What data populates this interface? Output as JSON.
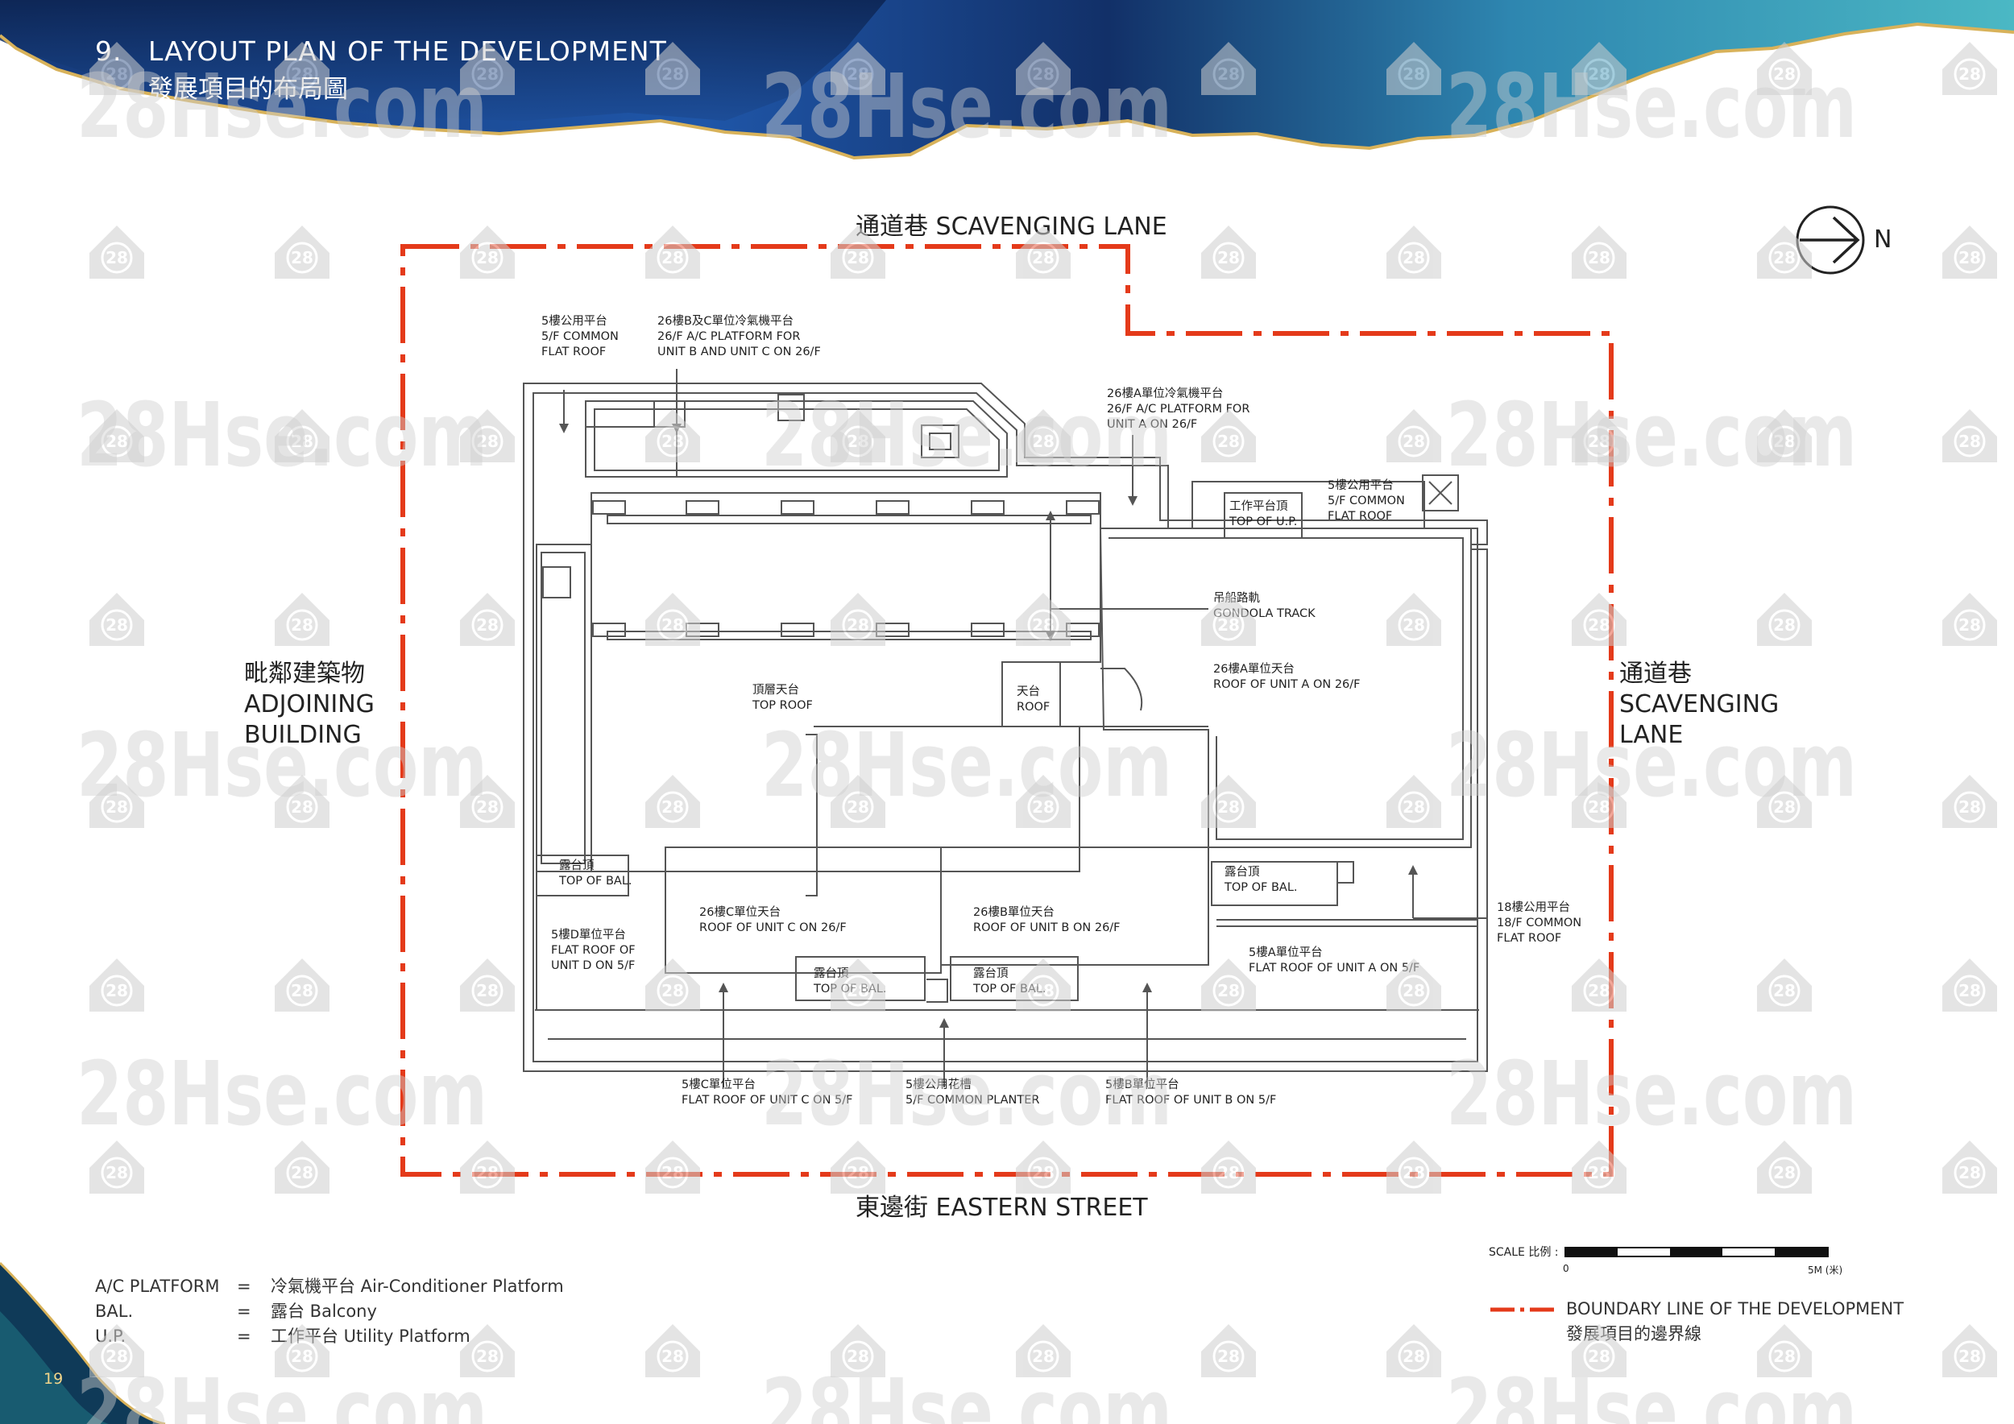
{
  "header": {
    "section_number": "9.",
    "title_en": "LAYOUT PLAN OF THE DEVELOPMENT",
    "title_zh": "發展項目的布局圖"
  },
  "streets": {
    "top": "通道巷 SCAVENGING LANE",
    "bottom": "東邊街 EASTERN STREET",
    "left_zh": "毗鄰建築物",
    "left_en_1": "ADJOINING",
    "left_en_2": "BUILDING",
    "right_zh": "通道巷",
    "right_en_1": "SCAVENGING",
    "right_en_2": "LANE"
  },
  "north": {
    "label": "N"
  },
  "labels": {
    "common_flat_roof_5f_nw": [
      "5樓公用平台",
      "5/F COMMON",
      "FLAT ROOF"
    ],
    "ac_platform_bc_26f": [
      "26樓B及C單位冷氣機平台",
      "26/F A/C PLATFORM FOR",
      "UNIT B AND UNIT C ON 26/F"
    ],
    "ac_platform_a_26f": [
      "26樓A單位冷氣機平台",
      "26/F A/C PLATFORM FOR",
      "UNIT A ON 26/F"
    ],
    "top_of_up": [
      "工作平台頂",
      "TOP OF U.P."
    ],
    "common_flat_roof_5f_ne": [
      "5樓公用平台",
      "5/F COMMON",
      "FLAT ROOF"
    ],
    "gondola_track": [
      "吊船路軌",
      "GONDOLA TRACK"
    ],
    "roof_unit_a_26f": [
      "26樓A單位天台",
      "ROOF OF UNIT A ON 26/F"
    ],
    "top_roof": [
      "頂層天台",
      "TOP ROOF"
    ],
    "roof": [
      "天台",
      "ROOF"
    ],
    "top_of_bal_left": [
      "露台頂",
      "TOP OF BAL."
    ],
    "flat_roof_unit_d_5f": [
      "5樓D單位平台",
      "FLAT ROOF OF",
      "UNIT D ON 5/F"
    ],
    "roof_unit_c_26f": [
      "26樓C單位天台",
      "ROOF OF UNIT C ON 26/F"
    ],
    "roof_unit_b_26f": [
      "26樓B單位天台",
      "ROOF OF UNIT B ON 26/F"
    ],
    "top_of_bal_right": [
      "露台頂",
      "TOP OF BAL."
    ],
    "common_flat_roof_18f": [
      "18樓公用平台",
      "18/F COMMON",
      "FLAT ROOF"
    ],
    "flat_roof_unit_a_5f": [
      "5樓A單位平台",
      "FLAT ROOF OF UNIT A ON 5/F"
    ],
    "top_of_bal_c": [
      "露台頂",
      "TOP OF BAL."
    ],
    "top_of_bal_b": [
      "露台頂",
      "TOP OF BAL."
    ],
    "flat_roof_unit_c_5f": [
      "5樓C單位平台",
      "FLAT ROOF OF UNIT C ON 5/F"
    ],
    "common_planter_5f": [
      "5樓公用花槽",
      "5/F COMMON PLANTER"
    ],
    "flat_roof_unit_b_5f": [
      "5樓B單位平台",
      "FLAT ROOF OF UNIT B ON 5/F"
    ]
  },
  "legend": [
    {
      "abbr": "A/C PLATFORM",
      "eq": "=",
      "desc": "冷氣機平台 Air-Conditioner Platform"
    },
    {
      "abbr": "BAL.",
      "eq": "=",
      "desc": "露台 Balcony"
    },
    {
      "abbr": "U.P.",
      "eq": "=",
      "desc": "工作平台 Utility Platform"
    }
  ],
  "scale": {
    "title": "SCALE 比例 :",
    "zero": "0",
    "max": "5M (米)"
  },
  "boundary_legend": {
    "en": "BOUNDARY LINE OF THE DEVELOPMENT",
    "zh": "發展項目的邊界線"
  },
  "page_number": "19",
  "watermark": {
    "text": "28Hse.com",
    "badge": "28"
  },
  "colors": {
    "boundary": "#e43a1a",
    "plan_line": "#555555",
    "banner_dark": "#0f2d63",
    "banner_mid": "#1f56a8",
    "banner_teal": "#3aa8b8",
    "gold": "#d8b25a",
    "watermark": "#cfcfcf"
  }
}
